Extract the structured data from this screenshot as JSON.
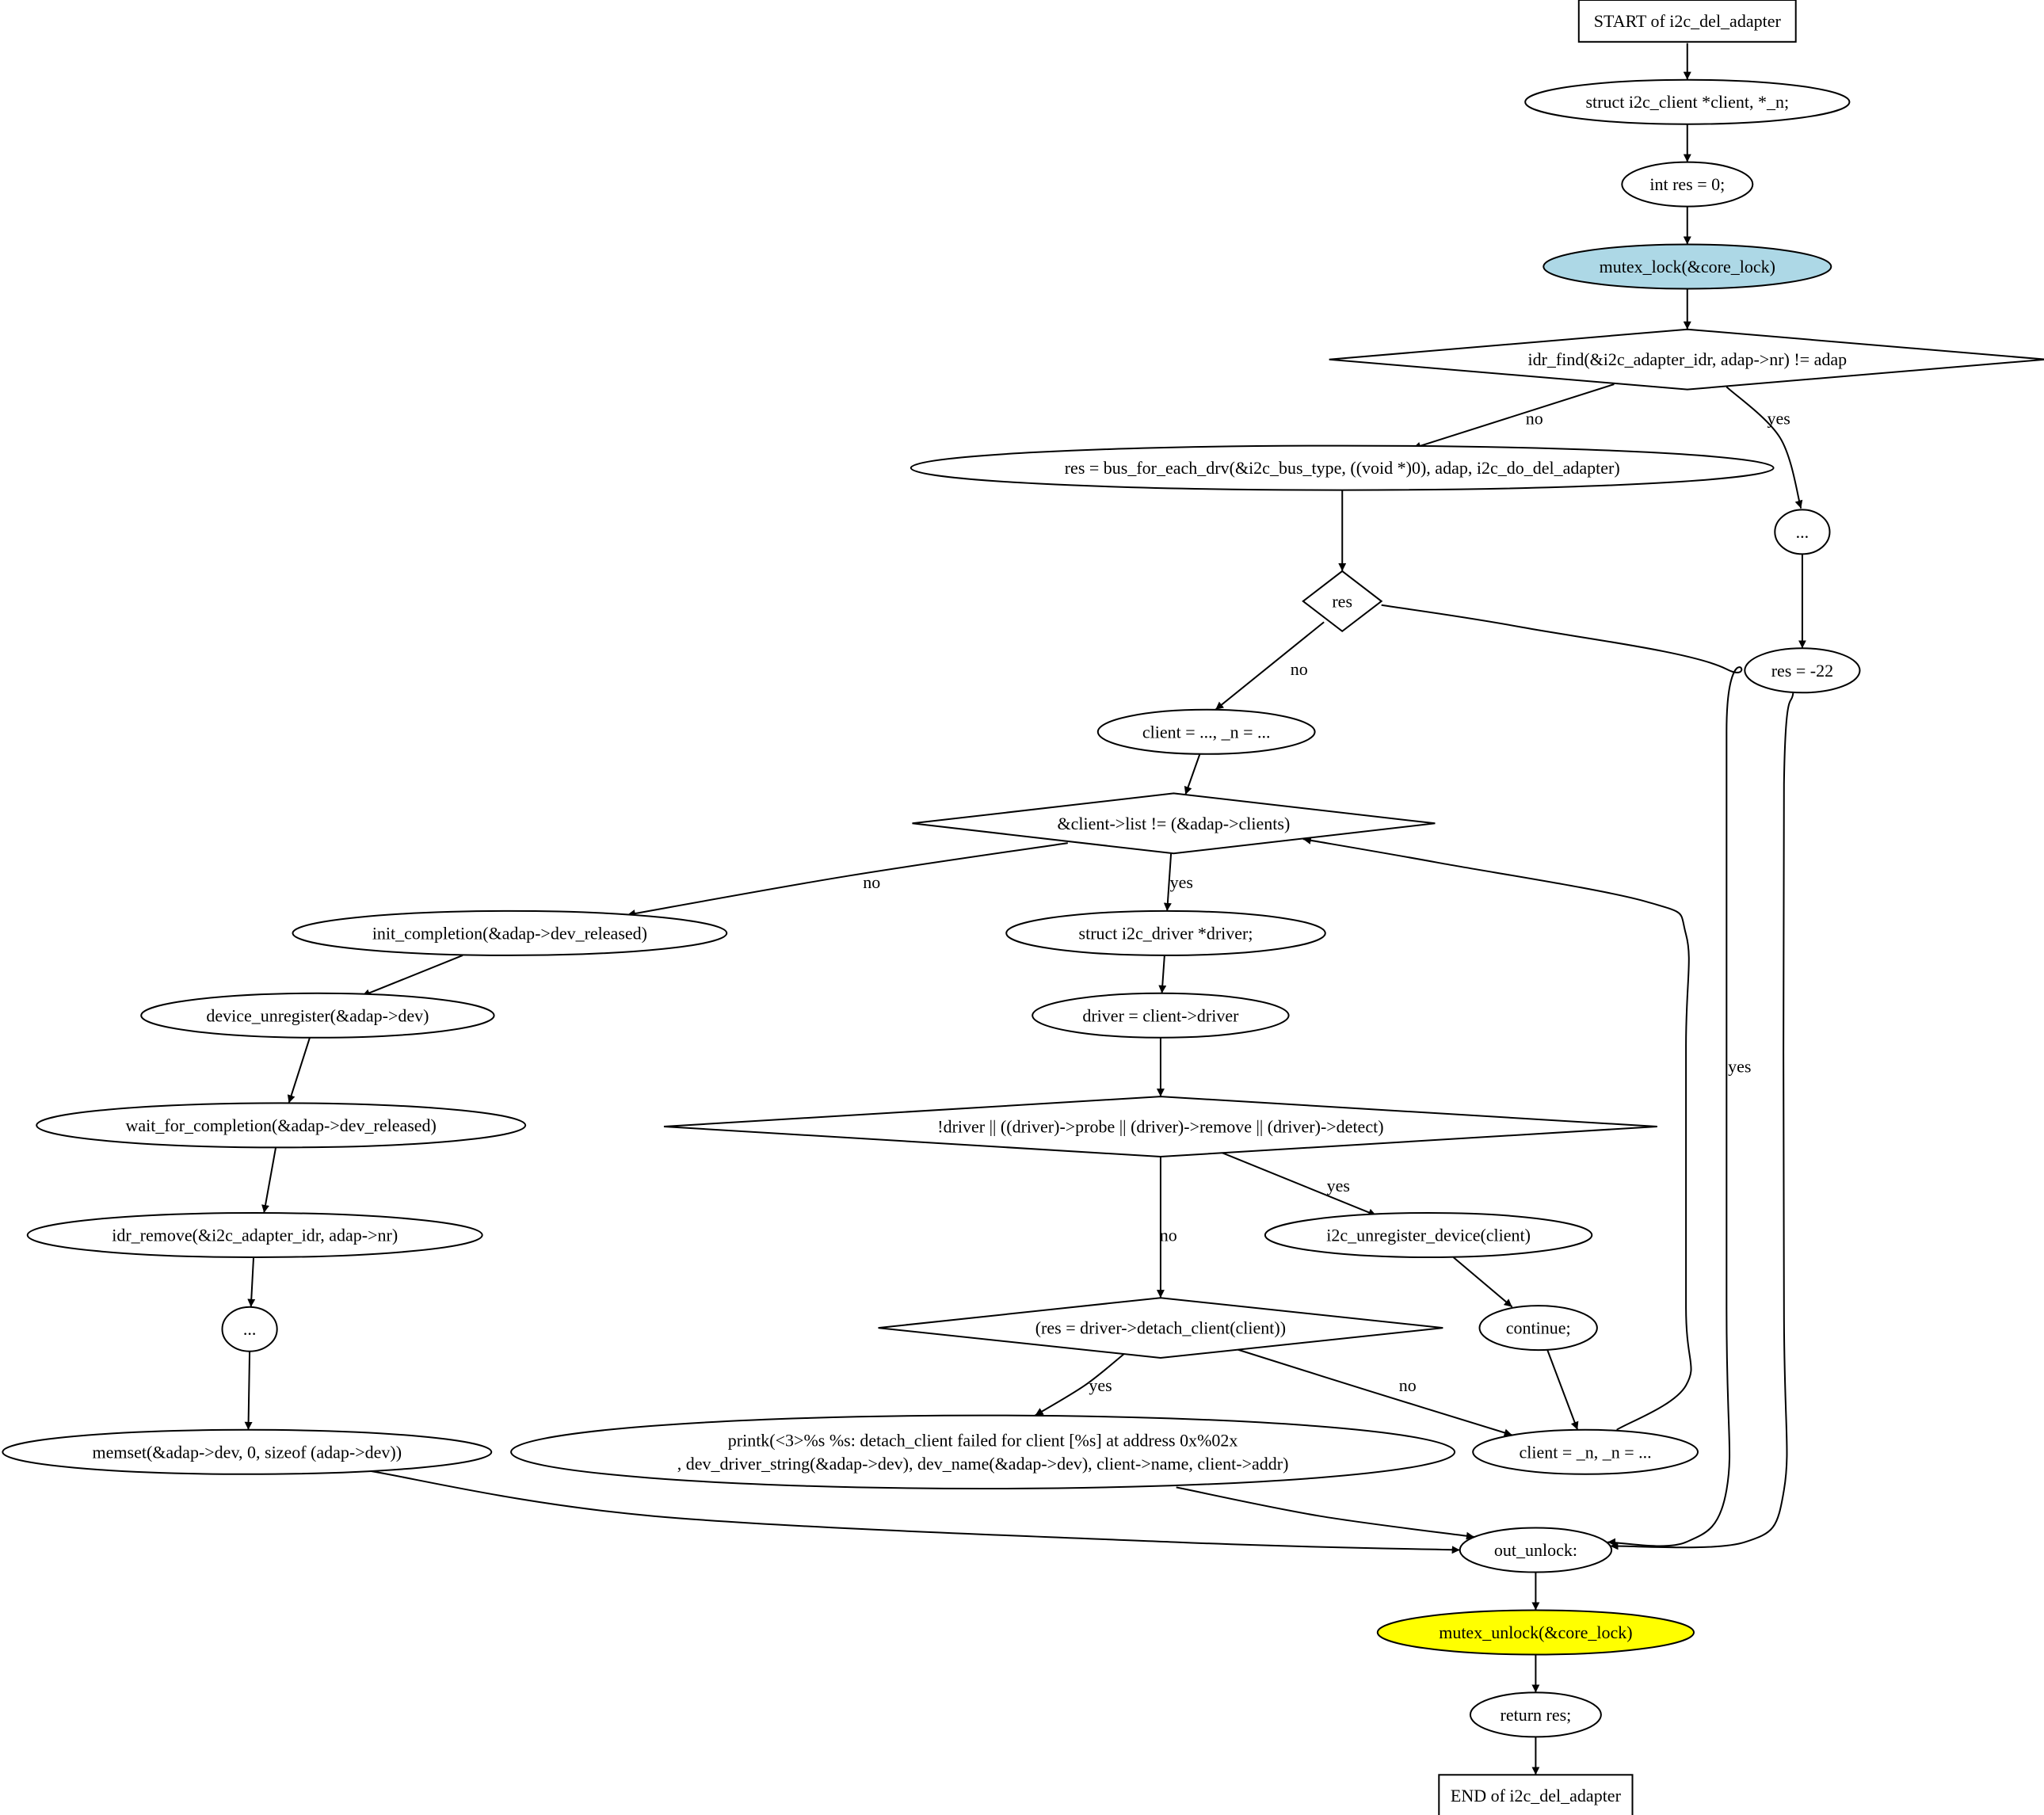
{
  "diagram": {
    "colors": {
      "default_fill": "#ffffff",
      "lock_fill": "#add8e6",
      "unlock_fill": "#ffff00",
      "stroke": "#000000",
      "text": "#000000"
    },
    "nodes": [
      {
        "id": "start",
        "shape": "box",
        "label": "START of i2c_del_adapter"
      },
      {
        "id": "decl",
        "shape": "ellipse",
        "label": "struct i2c_client *client, *_n;"
      },
      {
        "id": "initres",
        "shape": "ellipse",
        "label": "int res = 0;"
      },
      {
        "id": "lock",
        "shape": "ellipse",
        "fill": "lock_fill",
        "label": "mutex_lock(&core_lock)"
      },
      {
        "id": "cond_idr",
        "shape": "diamond",
        "label": "idr_find(&i2c_adapter_idr, adap->nr) != adap"
      },
      {
        "id": "bus",
        "shape": "ellipse",
        "label": "res = bus_for_each_drv(&i2c_bus_type, ((void *)0), adap, i2c_do_del_adapter)"
      },
      {
        "id": "dots1",
        "shape": "ellipse",
        "label": "..."
      },
      {
        "id": "cond_res",
        "shape": "diamond",
        "label": "res"
      },
      {
        "id": "res22",
        "shape": "ellipse",
        "label": "res = -22"
      },
      {
        "id": "client_init",
        "shape": "ellipse",
        "label": "client = ..., _n = ..."
      },
      {
        "id": "cond_list",
        "shape": "diamond",
        "label": "&client->list != (&adap->clients)"
      },
      {
        "id": "init_comp",
        "shape": "ellipse",
        "label": "init_completion(&adap->dev_released)"
      },
      {
        "id": "struct_drv",
        "shape": "ellipse",
        "label": "struct i2c_driver\t*driver;"
      },
      {
        "id": "dev_unreg",
        "shape": "ellipse",
        "label": "device_unregister(&adap->dev)"
      },
      {
        "id": "drv_assign",
        "shape": "ellipse",
        "label": "driver = client->driver"
      },
      {
        "id": "wait_comp",
        "shape": "ellipse",
        "label": "wait_for_completion(&adap->dev_released)"
      },
      {
        "id": "cond_drv",
        "shape": "diamond",
        "label": "!driver || ((driver)->probe || (driver)->remove || (driver)->detect)"
      },
      {
        "id": "idr_remove",
        "shape": "ellipse",
        "label": "idr_remove(&i2c_adapter_idr, adap->nr)"
      },
      {
        "id": "unreg_dev",
        "shape": "ellipse",
        "label": "i2c_unregister_device(client)"
      },
      {
        "id": "dots2",
        "shape": "ellipse",
        "label": "..."
      },
      {
        "id": "cond_detach",
        "shape": "diamond",
        "label": "(res = driver->detach_client(client))"
      },
      {
        "id": "cont",
        "shape": "ellipse",
        "label": "continue;"
      },
      {
        "id": "memset",
        "shape": "ellipse",
        "label": "memset(&adap->dev, 0, sizeof (adap->dev))"
      },
      {
        "id": "printk",
        "shape": "ellipse",
        "label": "printk(<3>%s %s: detach_client failed for client [%s] at address 0x%02x",
        "label2": ", dev_driver_string(&adap->dev), dev_name(&adap->dev), client->name, client->addr)"
      },
      {
        "id": "client_next",
        "shape": "ellipse",
        "label": "client = _n, _n = ..."
      },
      {
        "id": "out_unlock",
        "shape": "ellipse",
        "label": "out_unlock:"
      },
      {
        "id": "unlock",
        "shape": "ellipse",
        "fill": "unlock_fill",
        "label": "mutex_unlock(&core_lock)"
      },
      {
        "id": "ret",
        "shape": "ellipse",
        "label": "return res;"
      },
      {
        "id": "end",
        "shape": "box",
        "label": "END of i2c_del_adapter"
      }
    ],
    "edges": [
      {
        "from": "start",
        "to": "decl",
        "label": ""
      },
      {
        "from": "decl",
        "to": "initres",
        "label": ""
      },
      {
        "from": "initres",
        "to": "lock",
        "label": ""
      },
      {
        "from": "lock",
        "to": "cond_idr",
        "label": ""
      },
      {
        "from": "cond_idr",
        "to": "bus",
        "label": "no"
      },
      {
        "from": "cond_idr",
        "to": "dots1",
        "label": "yes"
      },
      {
        "from": "bus",
        "to": "cond_res",
        "label": ""
      },
      {
        "from": "dots1",
        "to": "res22",
        "label": ""
      },
      {
        "from": "cond_res",
        "to": "client_init",
        "label": "no"
      },
      {
        "from": "cond_res",
        "to": "out_unlock",
        "label": "yes"
      },
      {
        "from": "res22",
        "to": "out_unlock",
        "label": ""
      },
      {
        "from": "client_init",
        "to": "cond_list",
        "label": ""
      },
      {
        "from": "cond_list",
        "to": "init_comp",
        "label": "no"
      },
      {
        "from": "cond_list",
        "to": "struct_drv",
        "label": "yes"
      },
      {
        "from": "init_comp",
        "to": "dev_unreg",
        "label": ""
      },
      {
        "from": "struct_drv",
        "to": "drv_assign",
        "label": ""
      },
      {
        "from": "dev_unreg",
        "to": "wait_comp",
        "label": ""
      },
      {
        "from": "drv_assign",
        "to": "cond_drv",
        "label": ""
      },
      {
        "from": "wait_comp",
        "to": "idr_remove",
        "label": ""
      },
      {
        "from": "cond_drv",
        "to": "cond_detach",
        "label": "no"
      },
      {
        "from": "cond_drv",
        "to": "unreg_dev",
        "label": "yes"
      },
      {
        "from": "idr_remove",
        "to": "dots2",
        "label": ""
      },
      {
        "from": "unreg_dev",
        "to": "cont",
        "label": ""
      },
      {
        "from": "dots2",
        "to": "memset",
        "label": ""
      },
      {
        "from": "cond_detach",
        "to": "printk",
        "label": "yes"
      },
      {
        "from": "cond_detach",
        "to": "client_next",
        "label": "no"
      },
      {
        "from": "cont",
        "to": "client_next",
        "label": ""
      },
      {
        "from": "client_next",
        "to": "cond_list",
        "label": ""
      },
      {
        "from": "memset",
        "to": "out_unlock",
        "label": ""
      },
      {
        "from": "printk",
        "to": "out_unlock",
        "label": ""
      },
      {
        "from": "out_unlock",
        "to": "unlock",
        "label": ""
      },
      {
        "from": "unlock",
        "to": "ret",
        "label": ""
      },
      {
        "from": "ret",
        "to": "end",
        "label": ""
      }
    ]
  }
}
